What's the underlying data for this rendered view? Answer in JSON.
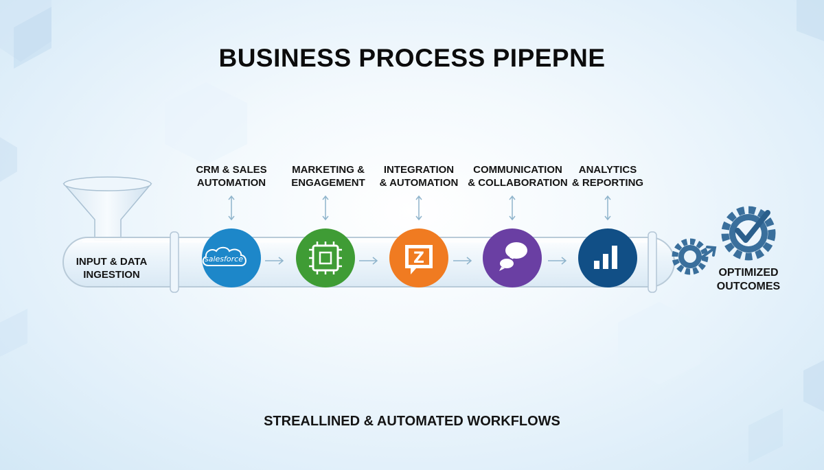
{
  "title": "BUSINESS PROCESS PIPEPNE",
  "footer": "STREALLINED & AUTOMATED WORKFLOWS",
  "input": {
    "line1": "INPUT & DATA",
    "line2": "INGESTION"
  },
  "output": {
    "line1": "OPTIMIZED",
    "line2": "OUTCOMES"
  },
  "stages": [
    {
      "line1": "CRM & SALES",
      "line2": "AUTOMATION",
      "color": "#1d87c9",
      "icon": "salesforce-cloud-icon",
      "icon_text": "salesforce"
    },
    {
      "line1": "MARKETING &",
      "line2": "ENGAGEMENT",
      "color": "#3f9c35",
      "icon": "chip-icon"
    },
    {
      "line1": "INTEGRATION",
      "line2": "& AUTOMATION",
      "color": "#f07b21",
      "icon": "zendesk-z-icon",
      "icon_text": "Z"
    },
    {
      "line1": "COMMUNICATION",
      "line2": "& COLLABORATION",
      "color": "#6a3fa3",
      "icon": "chat-bubbles-icon"
    },
    {
      "line1": "ANALYTICS",
      "line2": "& REPORTING",
      "color": "#114f86",
      "icon": "bar-chart-icon"
    }
  ],
  "colors": {
    "gear": "#3a6f9c",
    "pipe_stroke": "#b8cad8",
    "arrow": "#8fb4cc"
  }
}
